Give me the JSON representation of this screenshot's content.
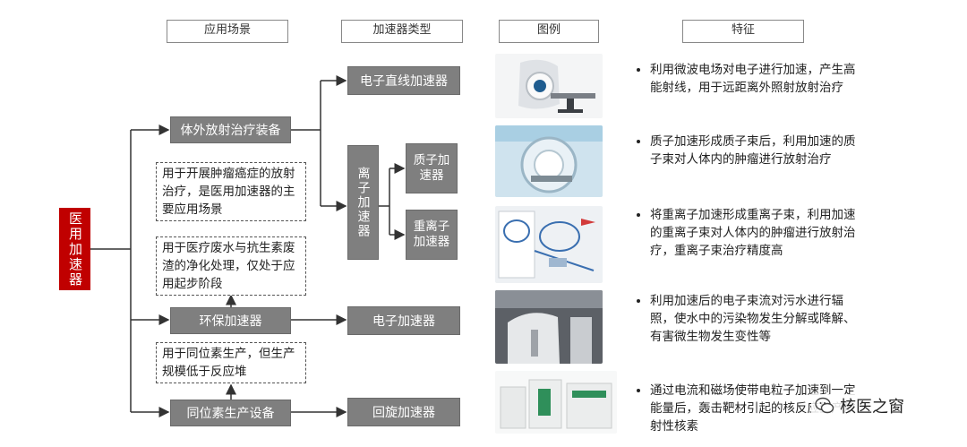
{
  "headers": {
    "scene": "应用场景",
    "type": "加速器类型",
    "example": "图例",
    "feature": "特征"
  },
  "root": {
    "label": "医用加速器"
  },
  "scenes": {
    "external": "体外放射治疗装备",
    "env": "环保加速器",
    "isotope": "同位素生产设备"
  },
  "notes": {
    "external": "用于开展肿瘤癌症的放射治疗，是医用加速器的主要应用场景",
    "env": "用于医疗废水与抗生素废渣的净化处理，仅处于应用起步阶段",
    "isotope": "用于同位素生产，但生产规模低于反应堆"
  },
  "types": {
    "electron_linac": "电子直线加速器",
    "ion": "离子加速器",
    "proton": "质子加速器",
    "heavy_ion": "重离子加速器",
    "electron": "电子加速器",
    "cyclotron": "回旋加速器"
  },
  "features": [
    "利用微波电场对电子进行加速，产生高能射线，用于远距离外照射放射治疗",
    "质子加速形成质子束后，利用加速的质子束对人体内的肿瘤进行放射治疗",
    "将重离子加速形成重离子束，利用加速的重离子束对人体内的肿瘤进行放射治疗，重离子束治疗精度高",
    "利用加速后的电子束流对污水进行辐照，使水中的污染物发生分解或降解、有害微生物发生变性等",
    "通过电流和磁场使带电粒子加速到一定能量后，轰击靶材引起的核反应生产放射性核素"
  ],
  "watermark": "核医之窗",
  "colors": {
    "root": "#c00000",
    "box": "#7f7f7f"
  }
}
